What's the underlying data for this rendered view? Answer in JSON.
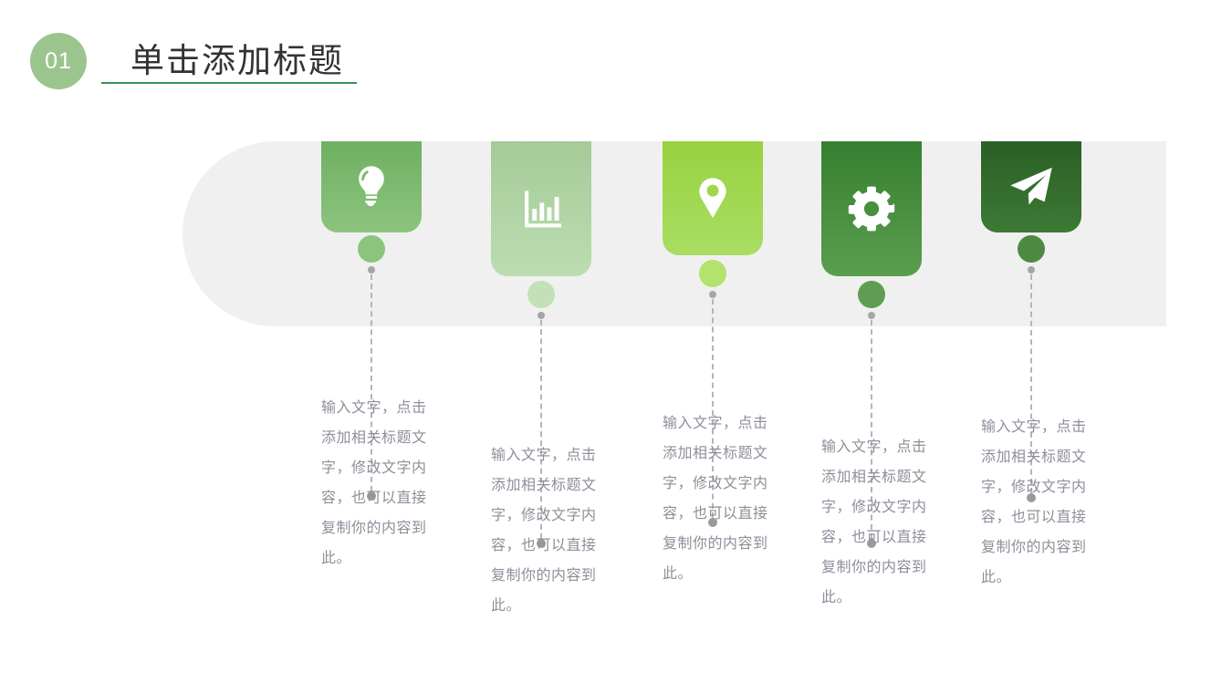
{
  "header": {
    "step_number": "01",
    "title": "单击添加标题",
    "badge_color": "#9cc58e",
    "underline_color": "#3c9150",
    "title_color": "#333333"
  },
  "panel": {
    "background_color": "#f0f0f0"
  },
  "steps": [
    {
      "icon": "lightbulb-icon",
      "color_top": "#6fb062",
      "color_bottom": "#8cc47e",
      "dot_color": "#8cc47e",
      "text": "输入文字，点击添加相关标题文字，修改文字内容，也可以直接复制你的内容到此。"
    },
    {
      "icon": "bar-chart-icon",
      "color_top": "#a5cb98",
      "color_bottom": "#bcdcb1",
      "dot_color": "#c3e0b8",
      "text": "输入文字，点击添加相关标题文字，修改文字内容，也可以直接复制你的内容到此。"
    },
    {
      "icon": "location-pin-icon",
      "color_top": "#97d23f",
      "color_bottom": "#aadd62",
      "dot_color": "#b3e26d",
      "text": "输入文字，点击添加相关标题文字，修改文字内容，也可以直接复制你的内容到此。"
    },
    {
      "icon": "gear-icon",
      "color_top": "#367f30",
      "color_bottom": "#5a9e4e",
      "dot_color": "#5f9e52",
      "text": "输入文字，点击添加相关标题文字，修改文字内容，也可以直接复制你的内容到此。"
    },
    {
      "icon": "paper-plane-icon",
      "color_top": "#2a5f26",
      "color_bottom": "#3d7a35",
      "dot_color": "#4c8a42",
      "text": "输入文字，点击添加相关标题文字，修改文字内容，也可以直接复制你的内容到此。"
    }
  ]
}
